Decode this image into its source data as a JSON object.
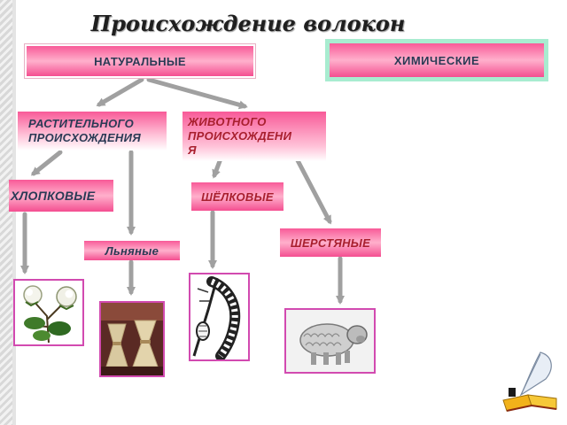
{
  "slide": {
    "title": "Происхождение волокон"
  },
  "boxes": {
    "natural": "НАТУРАЛЬНЫЕ",
    "chemical": "ХИМИЧЕСКИЕ",
    "plant_origin_line1": "РАСТИТЕЛЬНОГО",
    "plant_origin_line2": "ПРОИСХОЖДЕНИЯ",
    "animal_origin_line1": "ЖИВОТНОГО",
    "animal_origin_line2": "ПРОИСХОЖДЕНИ",
    "animal_origin_line3": "Я",
    "cotton": "ХЛОПКОВЫЕ",
    "flax": "Льняные",
    "silk": "ШЁЛКОВЫЕ",
    "wool": "ШЕРСТЯНЫЕ"
  },
  "pictures": {
    "cotton": "cotton-plant-picture",
    "flax": "flax-sheaves-picture",
    "silk": "silkworm-picture",
    "wool": "sheep-picture",
    "corner": "quill-and-book-icon"
  },
  "colors": {
    "box_pink": "#f85a98",
    "box_light": "#ffb0cc",
    "chemical_border": "#a8ecd0",
    "arrow": "#9a9a9a",
    "frame": "#d24ab0",
    "dark_text": "#2b3a55",
    "red_text": "#a81f2e"
  }
}
